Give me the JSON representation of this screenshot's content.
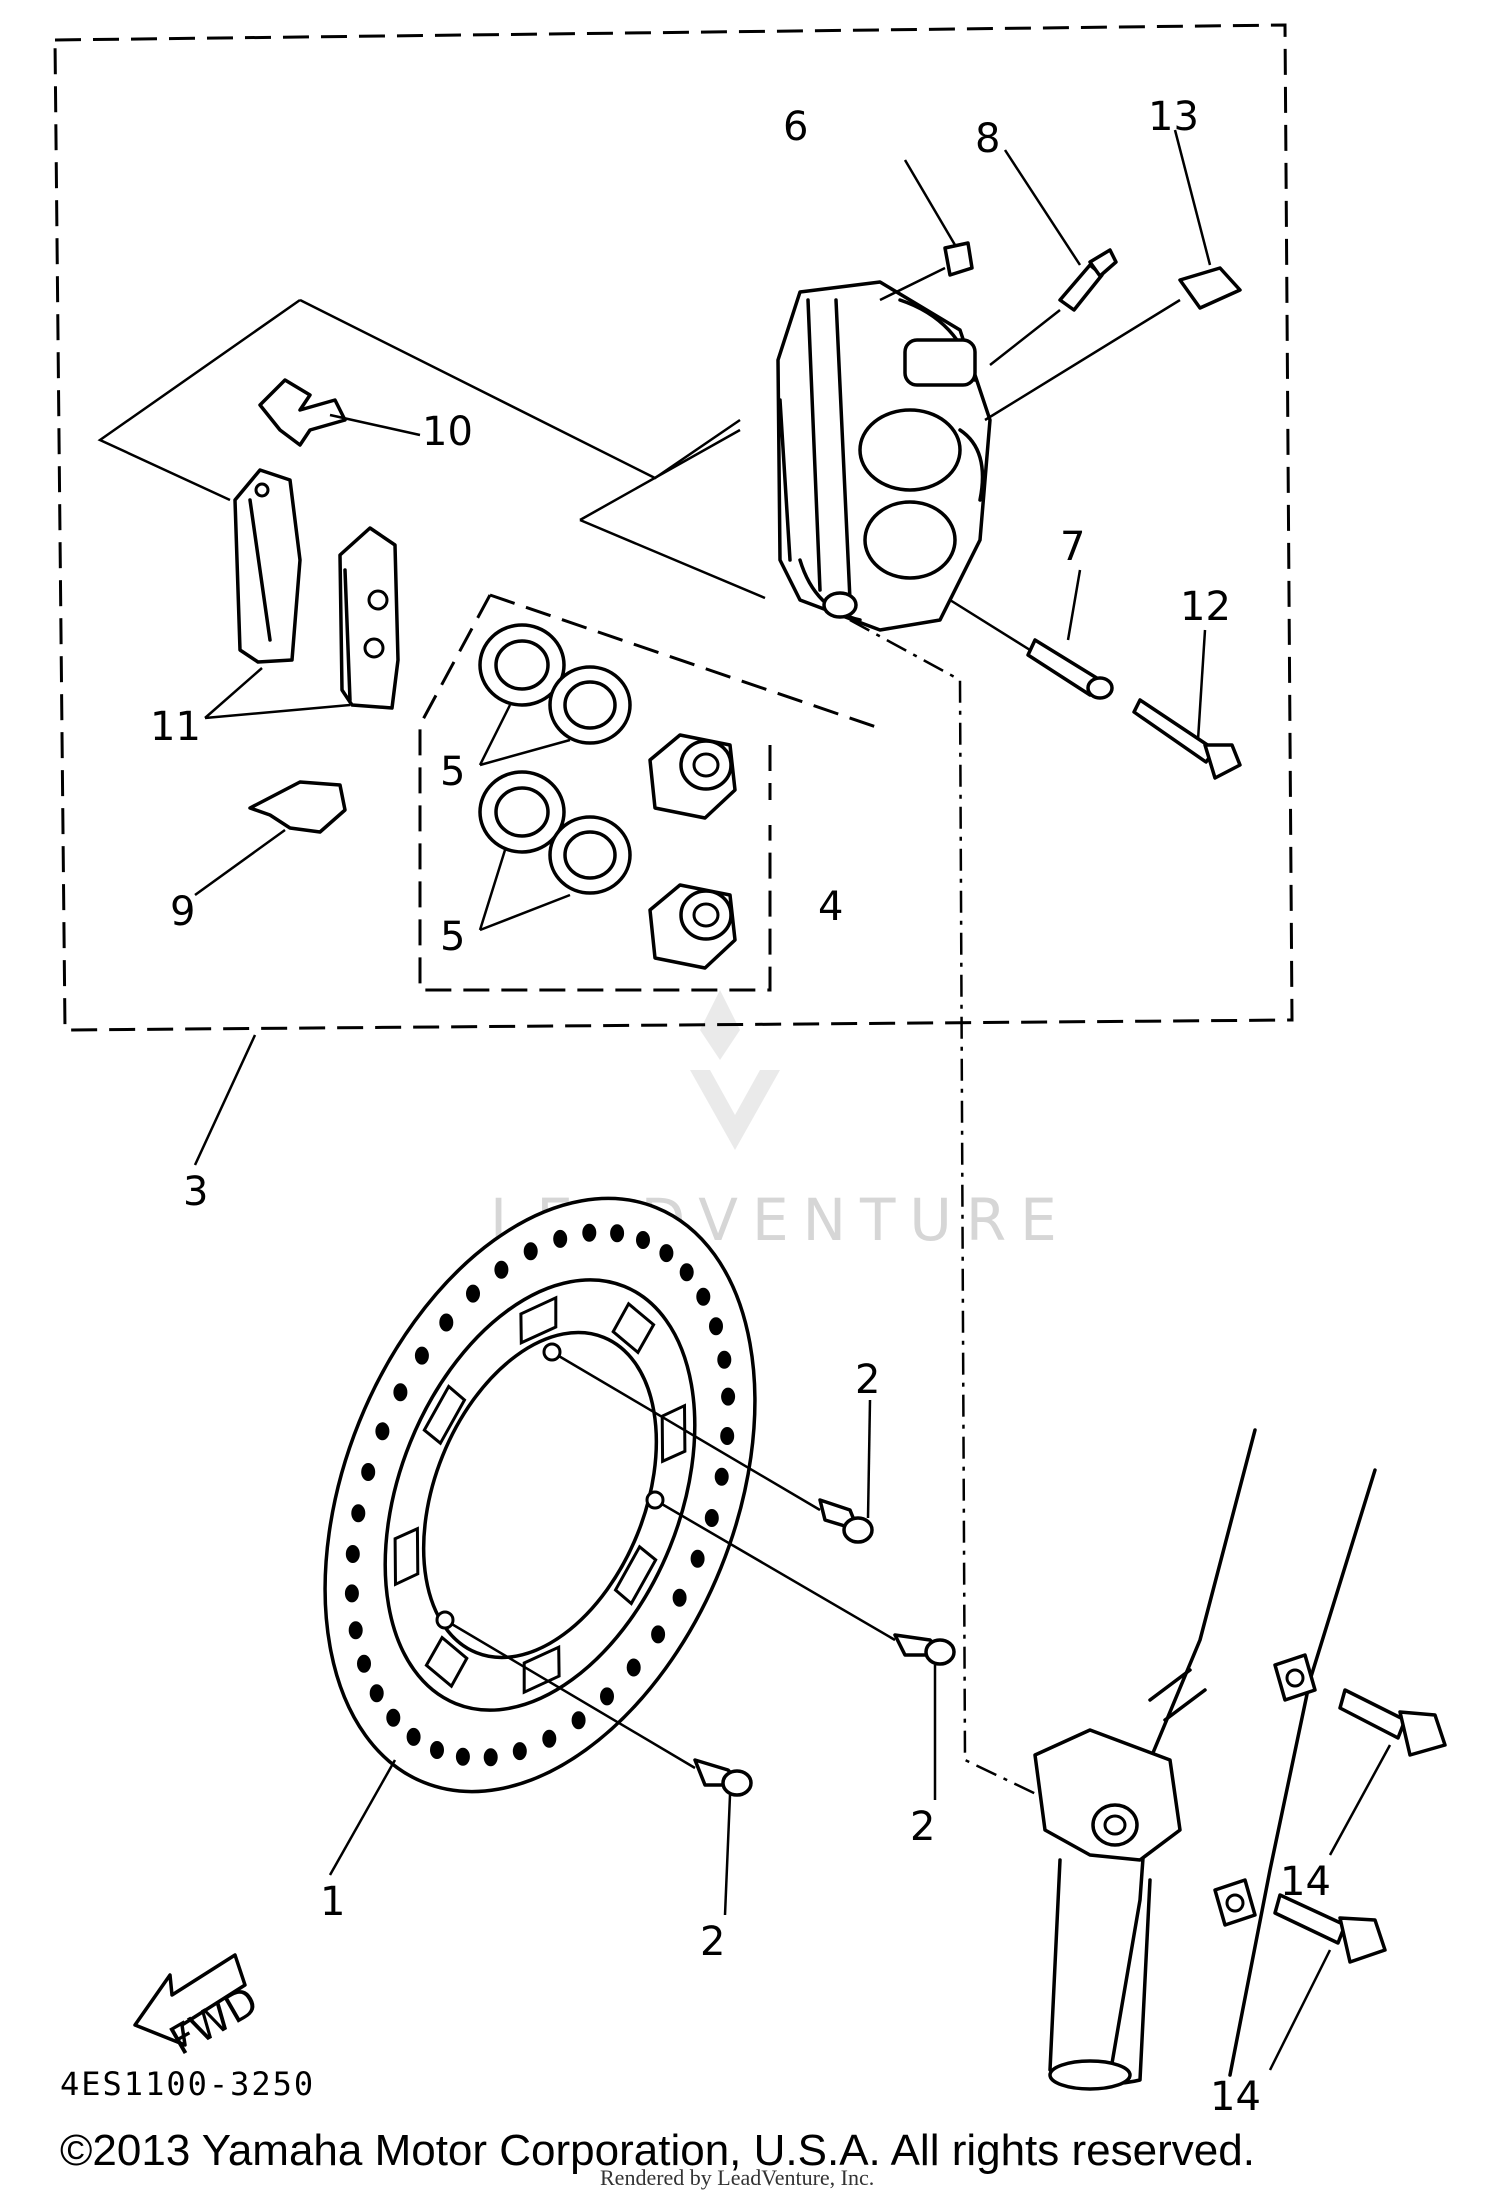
{
  "callouts": {
    "n1": "1",
    "n2a": "2",
    "n2b": "2",
    "n2c": "2",
    "n3": "3",
    "n4": "4",
    "n5a": "5",
    "n5b": "5",
    "n6": "6",
    "n7": "7",
    "n8": "8",
    "n9": "9",
    "n10": "10",
    "n11": "11",
    "n12": "12",
    "n13": "13",
    "n14a": "14",
    "n14b": "14"
  },
  "fwd_label": "FWD",
  "diagram_code": "4ES1100-3250",
  "copyright": "©2013 Yamaha Motor Corporation, U.S.A. All rights reserved.",
  "rendered_by": "Rendered by LeadVenture, Inc.",
  "watermark": "LEADVENTURE"
}
